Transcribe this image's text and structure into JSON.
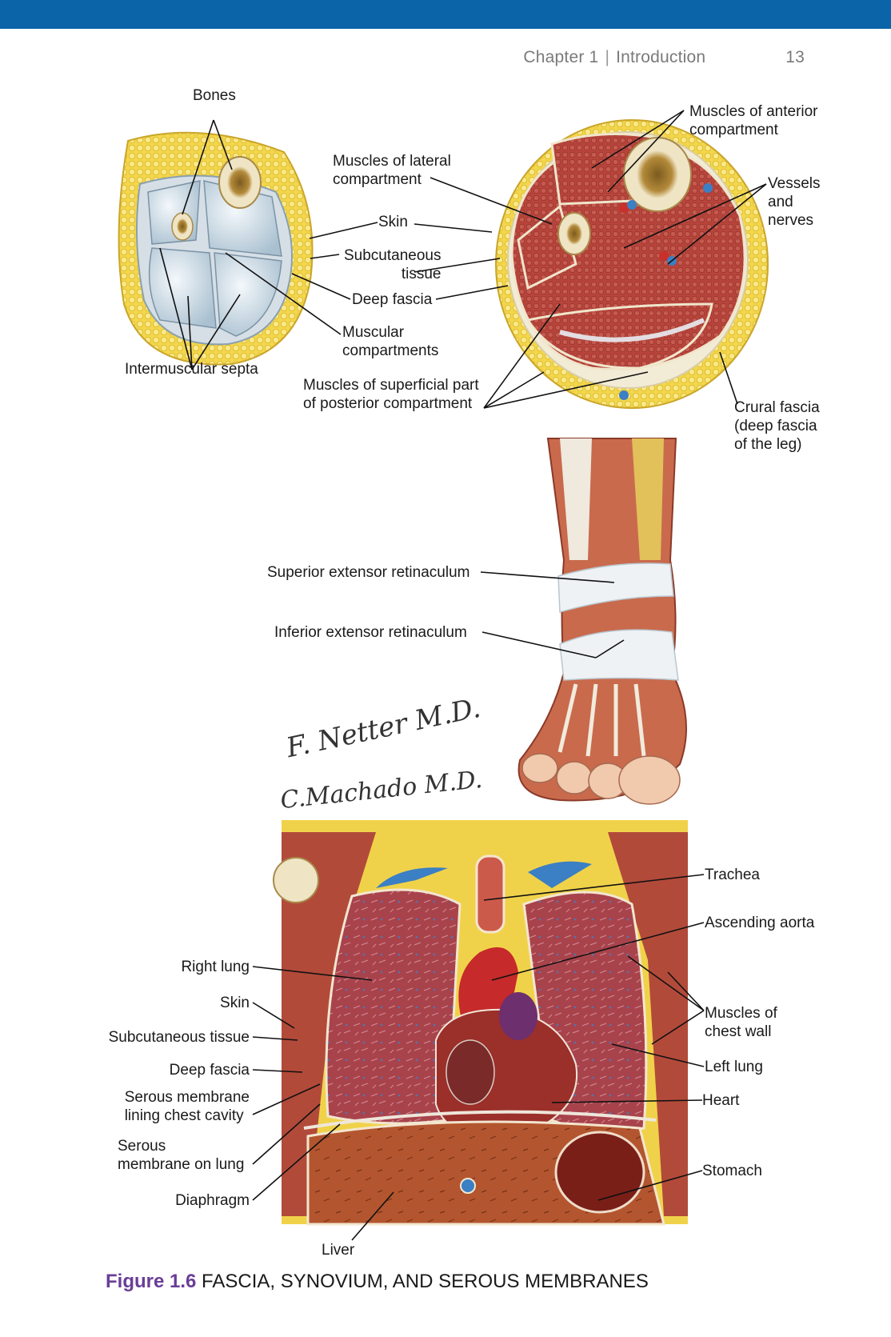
{
  "header": {
    "chapter": "Chapter 1",
    "section": "Introduction",
    "page_number": "13"
  },
  "colors": {
    "top_bar": "#0b63a8",
    "figure_number": "#6a3d97",
    "muscle": "#b5413a",
    "fat": "#f2d53a",
    "bone": "#efe4c4",
    "fascia": "#d7e3ec",
    "vessel_blue": "#3b7fc4"
  },
  "figures": {
    "limb_schematic": {
      "bones": "Bones",
      "skin": "Skin",
      "subcutaneous_tissue": "Subcutaneous\ntissue",
      "deep_fascia": "Deep fascia",
      "muscular_compartments": "Muscular\ncompartments",
      "intermuscular_septa": "Intermuscular septa"
    },
    "leg_cross_section": {
      "muscles_lateral": "Muscles of lateral\ncompartment",
      "muscles_anterior": "Muscles of anterior\ncompartment",
      "vessels_nerves": "Vessels\nand\nnerves",
      "muscles_superficial_posterior": "Muscles of superficial part\nof posterior compartment",
      "crural_fascia": "Crural fascia\n(deep fascia\nof the leg)"
    },
    "ankle": {
      "superior_retinaculum": "Superior extensor retinaculum",
      "inferior_retinaculum": "Inferior extensor retinaculum"
    },
    "thorax": {
      "trachea": "Trachea",
      "ascending_aorta": "Ascending aorta",
      "right_lung": "Right lung",
      "skin": "Skin",
      "subcutaneous_tissue": "Subcutaneous tissue",
      "deep_fascia": "Deep fascia",
      "serous_lining": "Serous membrane\nlining chest cavity",
      "serous_lung": "Serous\nmembrane on lung",
      "diaphragm": "Diaphragm",
      "liver": "Liver",
      "muscles_chest_wall": "Muscles of\nchest wall",
      "left_lung": "Left lung",
      "heart": "Heart",
      "stomach": "Stomach"
    }
  },
  "signatures": {
    "artist_1": "F. Netter M.D.",
    "artist_2": "C.Machado M.D."
  },
  "caption": {
    "figure_number": "Figure 1.6",
    "title": "FASCIA, SYNOVIUM, AND SEROUS MEMBRANES"
  }
}
